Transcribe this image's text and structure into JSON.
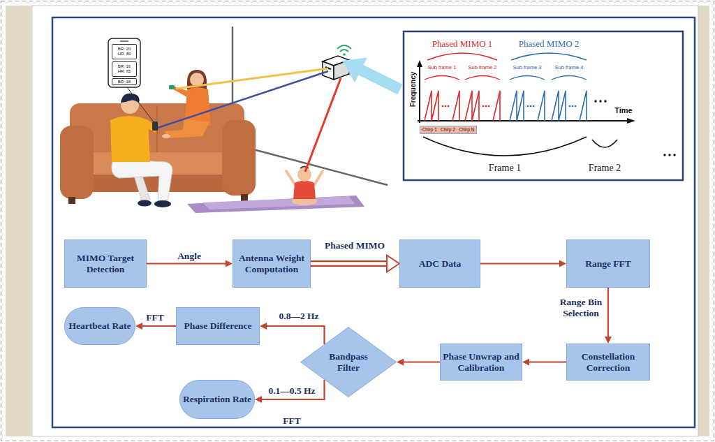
{
  "diagram": {
    "nodes": [
      {
        "text": [
          "BR: 20",
          "HR: 80"
        ]
      },
      {
        "text": [
          "BR: 16",
          "HR: 65"
        ]
      },
      {
        "text": [
          "BR: 18"
        ]
      },
      {
        "text": [
          "Chirp 1",
          "Chirp 2",
          "Chirp N"
        ]
      },
      {
        "text": [
          "MIMO Target Detection"
        ]
      },
      {
        "text": [
          "Antenna Weight Computation"
        ]
      },
      {
        "text": [
          "ADC Data"
        ]
      },
      {
        "text": [
          "Range FFT"
        ]
      },
      {
        "text": [
          "Constellation Correction"
        ]
      },
      {
        "text": [
          "Phase Unwrap and Calibration"
        ]
      },
      {
        "text": [
          "Bandpass Filter"
        ]
      },
      {
        "text": [
          "Phase Difference"
        ]
      },
      {
        "text": [
          "Heartbeat Rate"
        ]
      },
      {
        "text": [
          "Respiration Rate"
        ]
      }
    ],
    "edges": [
      {
        "from": 4,
        "to": 5,
        "arrow": "to",
        "label": "Angle"
      },
      {
        "from": 5,
        "to": 6,
        "arrow": "to",
        "label": "Phased MIMO"
      },
      {
        "from": 6,
        "to": 7,
        "arrow": "to"
      },
      {
        "from": 7,
        "to": 8,
        "arrow": "to",
        "label": "Range Bin Selection"
      },
      {
        "from": 8,
        "to": 9,
        "arrow": "to"
      },
      {
        "from": 9,
        "to": 10,
        "arrow": "to"
      },
      {
        "from": 10,
        "to": 11,
        "arrow": "to",
        "label": "0.8—2 Hz"
      },
      {
        "from": 11,
        "to": 12,
        "arrow": "to",
        "label": "FFT"
      },
      {
        "from": 10,
        "to": 13,
        "arrow": "to",
        "label": "0.1—0.5 Hz"
      }
    ],
    "labels": [
      "Phased MIMO 1",
      "Phased MIMO 2",
      "Sub frame 1",
      "Sub frame 2",
      "Sub frame 3",
      "Sub frame 4",
      "Frequency",
      "Time",
      "Frame 1",
      "Frame 2",
      "FFT"
    ]
  }
}
